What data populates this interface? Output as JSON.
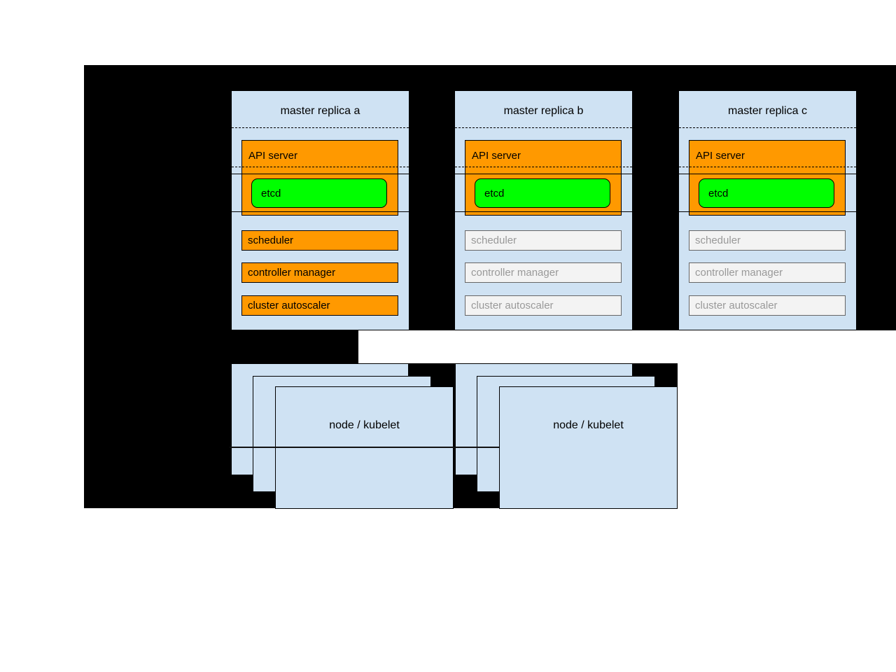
{
  "diagram": {
    "masters": [
      {
        "title": "master replica a",
        "state": "active",
        "api_server": "API server",
        "etcd": "etcd",
        "services": [
          {
            "label": "scheduler",
            "state": "active"
          },
          {
            "label": "controller manager",
            "state": "active"
          },
          {
            "label": "cluster autoscaler",
            "state": "active"
          }
        ]
      },
      {
        "title": "master replica b",
        "state": "standby",
        "api_server": "API server",
        "etcd": "etcd",
        "services": [
          {
            "label": "scheduler",
            "state": "standby"
          },
          {
            "label": "controller manager",
            "state": "standby"
          },
          {
            "label": "cluster autoscaler",
            "state": "standby"
          }
        ]
      },
      {
        "title": "master replica c",
        "state": "standby",
        "api_server": "API server",
        "etcd": "etcd",
        "services": [
          {
            "label": "scheduler",
            "state": "standby"
          },
          {
            "label": "controller manager",
            "state": "standby"
          },
          {
            "label": "cluster autoscaler",
            "state": "standby"
          }
        ]
      }
    ],
    "nodes": [
      {
        "label": "node / kubelet"
      },
      {
        "label": "node / kubelet"
      }
    ],
    "colors": {
      "background_black": "#000000",
      "box_blue": "#cfe2f3",
      "active_orange": "#ff9900",
      "etcd_green": "#00ff00",
      "standby_fill": "#f3f3f3",
      "standby_text": "#999999"
    }
  }
}
